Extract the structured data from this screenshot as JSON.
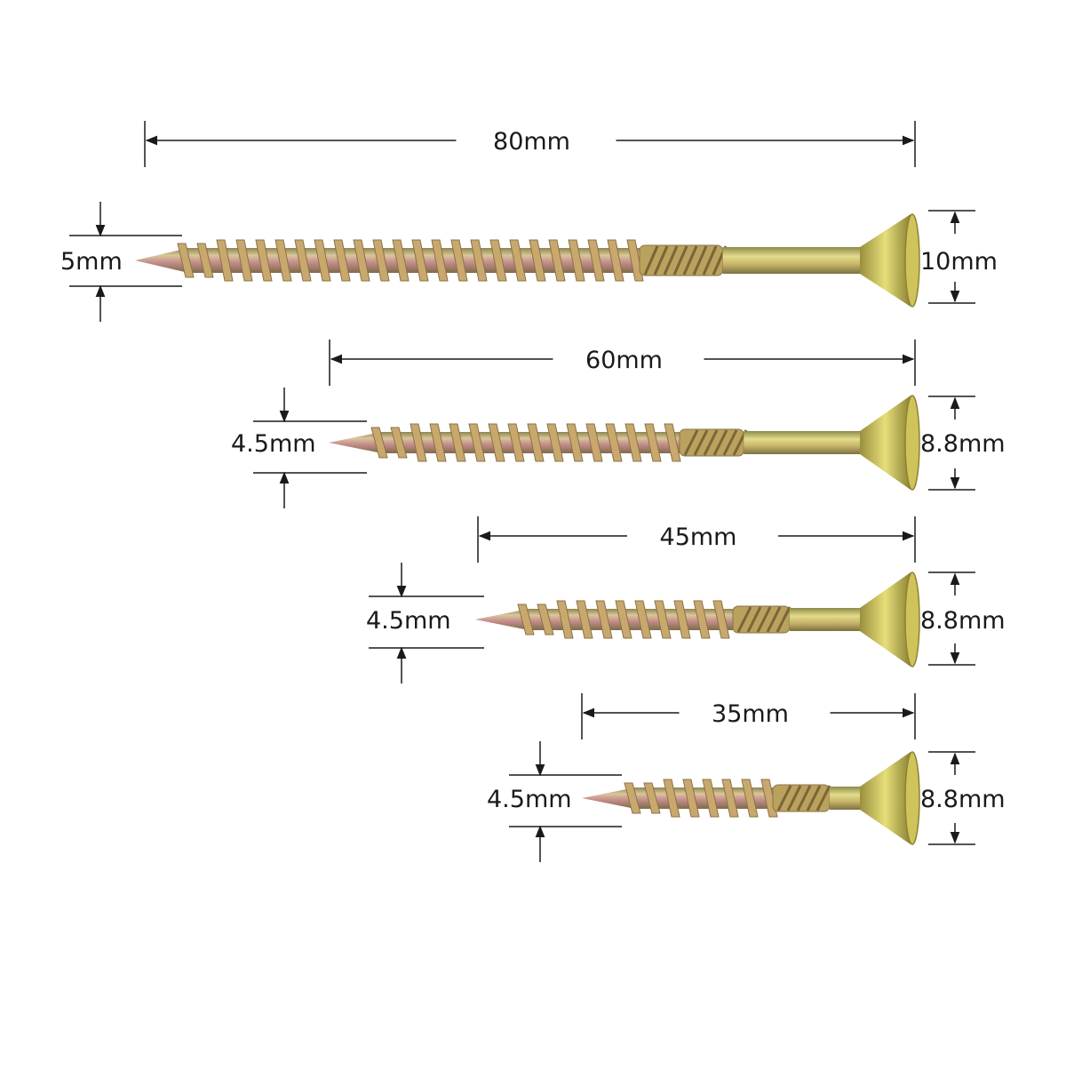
{
  "screws": [
    {
      "id": "80",
      "length_label": "80mm",
      "thread_label": "5mm",
      "head_label": "10mm"
    },
    {
      "id": "60",
      "length_label": "60mm",
      "thread_label": "4.5mm",
      "head_label": "8.8mm"
    },
    {
      "id": "45",
      "length_label": "45mm",
      "thread_label": "4.5mm",
      "head_label": "8.8mm"
    },
    {
      "id": "35",
      "length_label": "35mm",
      "thread_label": "4.5mm",
      "head_label": "8.8mm"
    }
  ],
  "colors": {
    "background": "#ffffff",
    "line": "#1a1a1a",
    "screw_pink": "#c98f8f",
    "screw_gold": "#c9b85a",
    "head_yellow": "#d8cf6a"
  }
}
